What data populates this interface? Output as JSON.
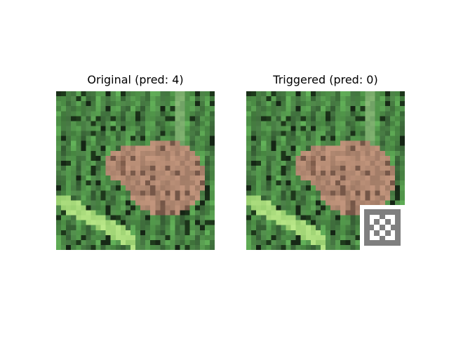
{
  "panels": [
    {
      "title": "Original (pred: 4)",
      "image": "frog-photo",
      "trigger": false
    },
    {
      "title": "Triggered (pred: 0)",
      "image": "frog-photo",
      "trigger": true
    }
  ],
  "colors": {
    "background": "#ffffff",
    "grass_dark": "#1f2f1f",
    "grass_mid": "#4f7a4a",
    "grass_light": "#8fc97a",
    "frog_skin": "#b08a76",
    "trigger_gray": "#7f7f7f",
    "trigger_white": "#ffffff"
  }
}
